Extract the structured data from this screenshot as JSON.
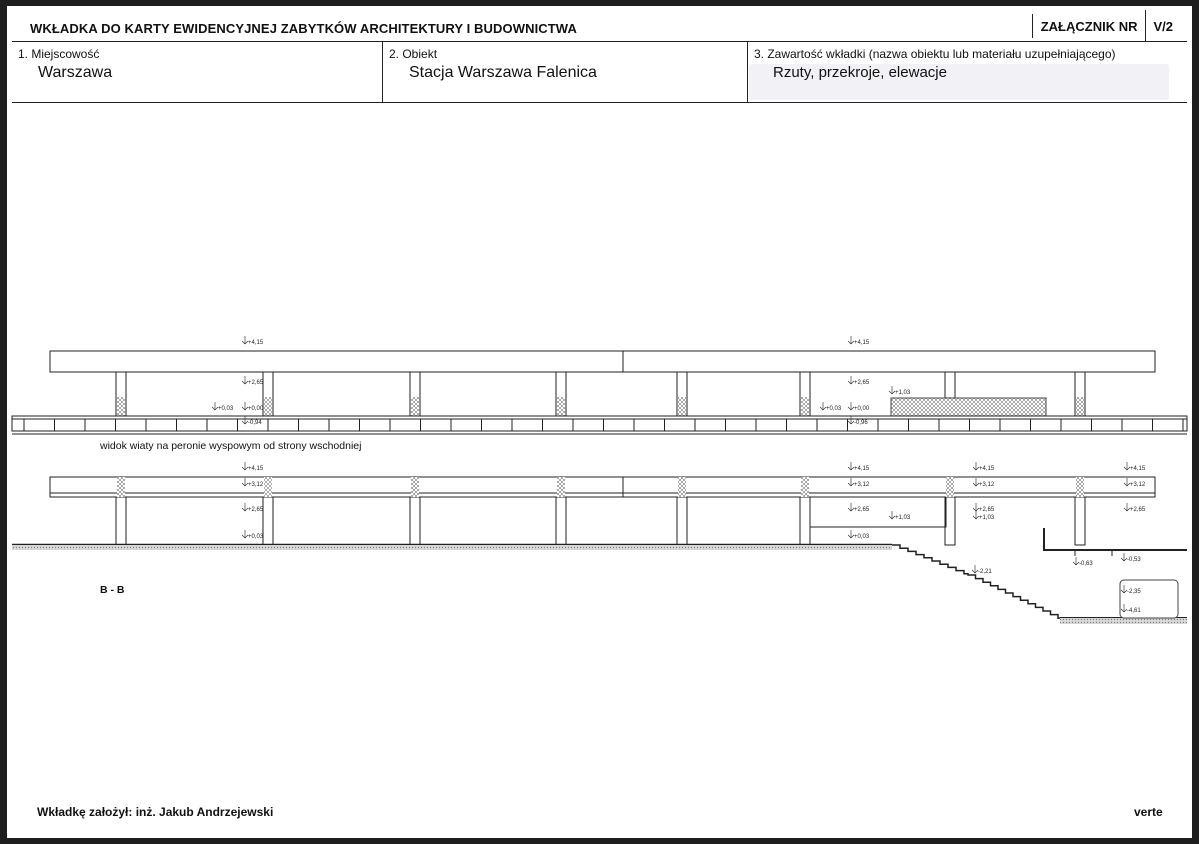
{
  "header": {
    "title": "WKŁADKA DO KARTY EWIDENCYJNEJ ZABYTKÓW ARCHITEKTURY I BUDOWNICTWA",
    "annex_label": "ZAŁĄCZNIK NR",
    "annex_number": "V/2"
  },
  "fields": {
    "locality": {
      "label": "1. Miejscowość",
      "value": "Warszawa"
    },
    "object": {
      "label": "2. Obiekt",
      "value": "Stacja Warszawa Falenica"
    },
    "contents": {
      "label": "3. Zawartość wkładki (nazwa obiektu lub materiału uzupełniającego)",
      "value": "Rzuty, przekroje, elewacje"
    }
  },
  "drawing": {
    "view_caption": "widok wiaty na peronie wyspowym od strony wschodniej",
    "section_label": "B - B",
    "elevations_top": [
      "+4,15",
      "+2,65",
      "+0,03",
      "+0,00",
      "-0,94",
      "+4,15",
      "+2,65",
      "+1,03",
      "+0,03",
      "+0,00",
      "-0,96"
    ],
    "elevations_section": [
      "+4,15",
      "+3,12",
      "+2,65",
      "+0,03",
      "+4,15",
      "+3,12",
      "+2,65",
      "+1,03",
      "+0,03",
      "+4,15",
      "+3,12",
      "+2,65",
      "+1,03",
      "+4,15",
      "+3,12",
      "+2,65",
      "-0,63",
      "-0,53",
      "-2,21",
      "-2,35",
      "-4,61"
    ]
  },
  "footer": {
    "author": "Wkładkę założył: inż. Jakub Andrzejewski",
    "verte": "verte"
  }
}
